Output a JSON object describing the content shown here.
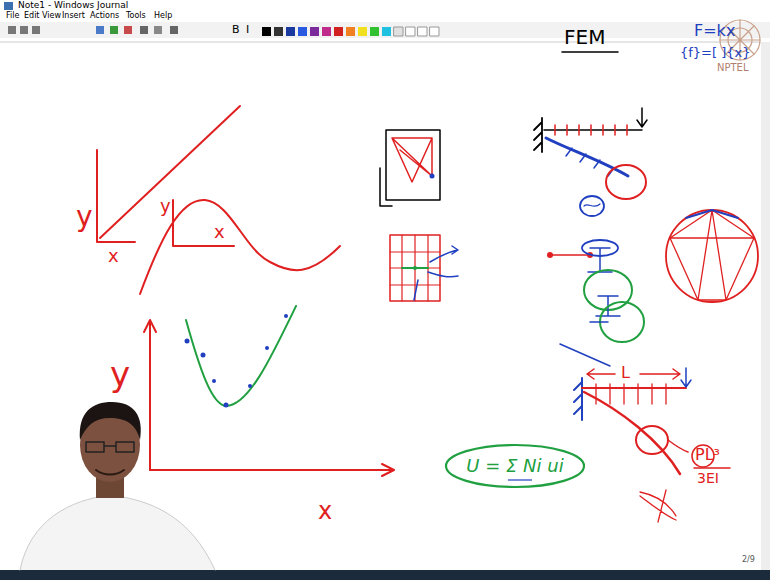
{
  "diagram": {
    "nodes": [
      {
        "text": [
          "U = Σ Ni ui"
        ]
      }
    ],
    "labels": [
      "Note1 - Windows Journal",
      "File",
      "Edit",
      "View",
      "Insert",
      "Actions",
      "Tools",
      "Help",
      "B",
      "I",
      "FEM",
      "F=kx",
      "{f}=[ ]{x}",
      "NPTEL",
      "y",
      "x",
      "y",
      "x",
      "y",
      "x",
      "L",
      "PL³",
      "3EI",
      "2/9"
    ]
  }
}
